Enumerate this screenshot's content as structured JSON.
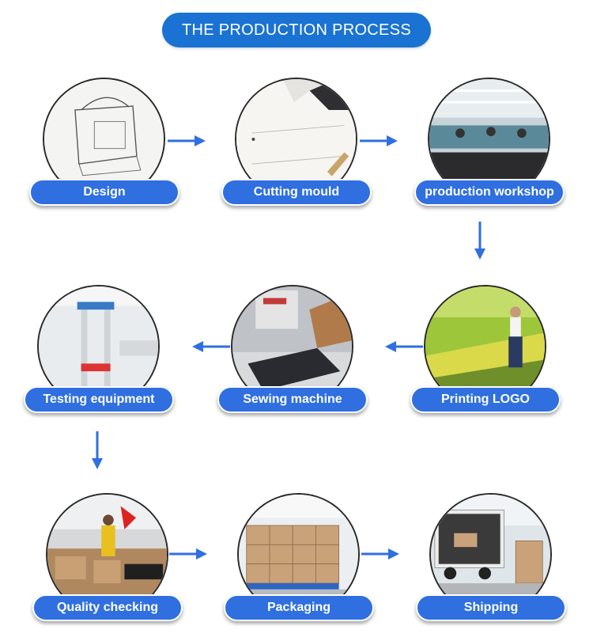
{
  "title": "THE PRODUCTION PROCESS",
  "accent_color": "#2f6fe0",
  "title_color": "#1a73d2",
  "steps": [
    {
      "label": "Design",
      "icon": "sketch-drawing-icon"
    },
    {
      "label": "Cutting mould",
      "icon": "cutting-mould-icon"
    },
    {
      "label": "production workshop",
      "icon": "workshop-icon"
    },
    {
      "label": "Printing LOGO",
      "icon": "printing-line-icon"
    },
    {
      "label": "Sewing machine",
      "icon": "sewing-machine-icon"
    },
    {
      "label": "Testing equipment",
      "icon": "testing-equipment-icon"
    },
    {
      "label": "Quality checking",
      "icon": "quality-check-icon"
    },
    {
      "label": "Packaging",
      "icon": "boxes-icon"
    },
    {
      "label": "Shipping",
      "icon": "truck-icon"
    }
  ],
  "flow_arrows": [
    {
      "from": "Design",
      "to": "Cutting mould",
      "direction": "right"
    },
    {
      "from": "Cutting mould",
      "to": "production workshop",
      "direction": "right"
    },
    {
      "from": "production workshop",
      "to": "Printing LOGO",
      "direction": "down"
    },
    {
      "from": "Printing LOGO",
      "to": "Sewing machine",
      "direction": "left"
    },
    {
      "from": "Sewing machine",
      "to": "Testing equipment",
      "direction": "left"
    },
    {
      "from": "Testing equipment",
      "to": "Quality checking",
      "direction": "down"
    },
    {
      "from": "Quality checking",
      "to": "Packaging",
      "direction": "right"
    },
    {
      "from": "Packaging",
      "to": "Shipping",
      "direction": "right"
    }
  ]
}
